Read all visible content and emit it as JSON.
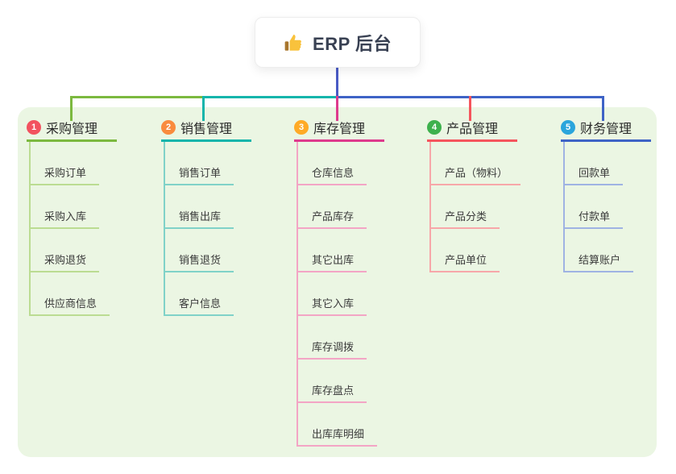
{
  "root": {
    "label": "ERP 后台",
    "icon": "thumbs-up-icon"
  },
  "branches": [
    {
      "index": "1",
      "label": "采购管理",
      "badge_color": "#f2525f",
      "line_color": "#7cb93f",
      "light_line_color": "#bbdc92",
      "children": [
        "采购订单",
        "采购入库",
        "采购退货",
        "供应商信息"
      ]
    },
    {
      "index": "2",
      "label": "销售管理",
      "badge_color": "#f98b3e",
      "line_color": "#14b5ab",
      "light_line_color": "#80d2c8",
      "children": [
        "销售订单",
        "销售出库",
        "销售退货",
        "客户信息"
      ]
    },
    {
      "index": "3",
      "label": "库存管理",
      "badge_color": "#feaa26",
      "line_color": "#de3a8d",
      "light_line_color": "#f3a5c5",
      "children": [
        "仓库信息",
        "产品库存",
        "其它出库",
        "其它入库",
        "库存调拨",
        "库存盘点",
        "出库库明细"
      ]
    },
    {
      "index": "4",
      "label": "产品管理",
      "badge_color": "#3eb14d",
      "line_color": "#f5555d",
      "light_line_color": "#f7a7a9",
      "children": [
        "产品（物料）",
        "产品分类",
        "产品单位"
      ]
    },
    {
      "index": "5",
      "label": "财务管理",
      "badge_color": "#2aa5dc",
      "line_color": "#3e63c6",
      "light_line_color": "#9fb3e3",
      "children": [
        "回款单",
        "付款单",
        "结算账户"
      ]
    }
  ],
  "connectors": {
    "root_drop_color": "#4a5bc5"
  },
  "panel_color": "#ebf6e3"
}
